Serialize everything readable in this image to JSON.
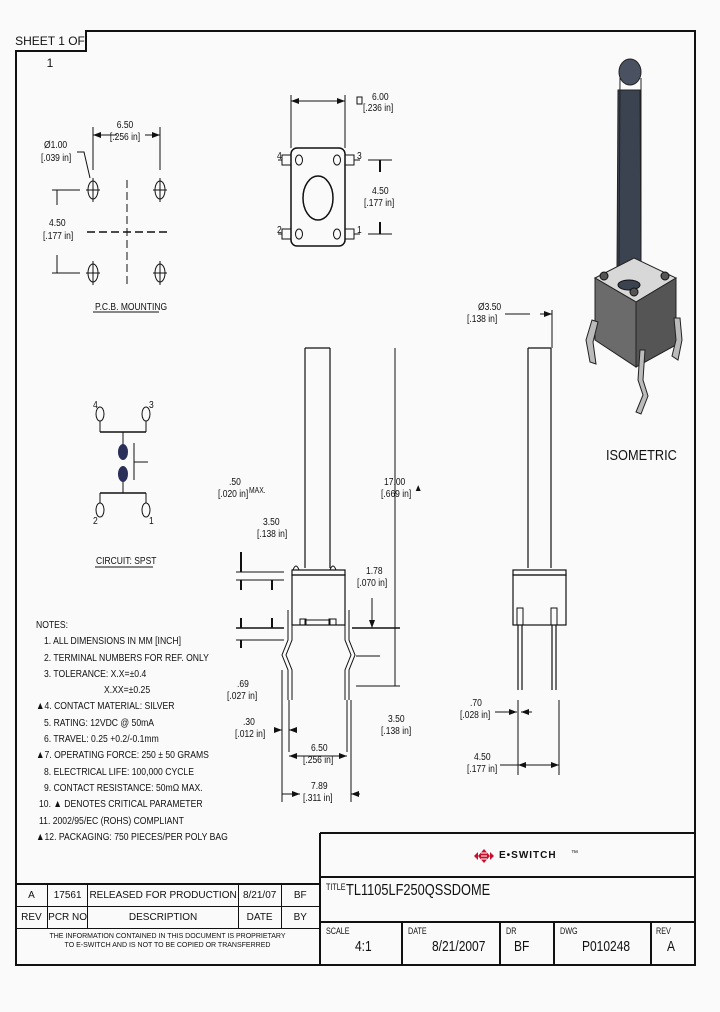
{
  "sheet": "SHEET 1 OF 1",
  "views": {
    "pcb_mounting": {
      "title": "P.C.B. MOUNTING",
      "hole_dia": "Ø1.00",
      "hole_dia_in": "[.039 in]",
      "h_spacing": "6.50",
      "h_spacing_in": "[.256 in]",
      "v_spacing": "4.50",
      "v_spacing_in": "[.177 in]"
    },
    "top_view": {
      "width": "6.00",
      "width_in": "[.236 in]",
      "pin_spacing": "4.50",
      "pin_spacing_in": "[.177 in]",
      "pins": [
        "4",
        "3",
        "2",
        "1"
      ]
    },
    "circuit": {
      "title": "CIRCUIT: SPST",
      "pins": [
        "4",
        "3",
        "2",
        "1"
      ]
    },
    "front_view": {
      "stem_max": ".50",
      "stem_max_in": "[.020 in]",
      "stem_max_suffix": "MAX.",
      "stem_dia": "3.50",
      "stem_dia_in": "[.138 in]",
      "height": "17.00",
      "height_in": "[.669 in]",
      "body_top": "1.78",
      "body_top_in": "[.070 in]",
      "lead_kink": ".69",
      "lead_kink_in": "[.027 in]",
      "lead_thk": ".30",
      "lead_thk_in": "[.012 in]",
      "lead_len": "3.50",
      "lead_len_in": "[.138 in]",
      "lead_spacing": "6.50",
      "lead_spacing_in": "[.256 in]",
      "overall_width": "7.89",
      "overall_width_in": "[.311 in]"
    },
    "side_view": {
      "stem_dia": "Ø3.50",
      "stem_dia_in": "[.138 in]",
      "lead_width": ".70",
      "lead_width_in": "[.028 in]",
      "lead_spacing": "4.50",
      "lead_spacing_in": "[.177 in]"
    },
    "isometric": {
      "title": "ISOMETRIC"
    }
  },
  "notes": {
    "heading": "NOTES:",
    "items": [
      "1. ALL DIMENSIONS IN MM [INCH]",
      "2. TERMINAL NUMBERS FOR REF. ONLY",
      "3. TOLERANCE: X.X=±0.4",
      "X.XX=±0.25",
      "▲4. CONTACT MATERIAL: SILVER",
      "5. RATING: 12VDC @ 50mA",
      "6. TRAVEL: 0.25 +0.2/-0.1mm",
      "▲7. OPERATING FORCE: 250 ± 50 GRAMS",
      "8. ELECTRICAL LIFE: 100,000 CYCLE",
      "9. CONTACT RESISTANCE: 50mΩ MAX.",
      "10. ▲ DENOTES CRITICAL PARAMETER",
      "11. 2002/95/EC (ROHS) COMPLIANT",
      "▲12. PACKAGING: 750 PIECES/PER POLY BAG"
    ]
  },
  "revision_table": {
    "row": {
      "rev": "A",
      "pcr": "17561",
      "description": "RELEASED FOR PRODUCTION",
      "date": "8/21/07",
      "by": "BF"
    },
    "headers": {
      "rev": "REV",
      "pcr": "PCR NO",
      "description": "DESCRIPTION",
      "date": "DATE",
      "by": "BY"
    },
    "proprietary_1": "THE INFORMATION CONTAINED IN THIS DOCUMENT IS PROPRIETARY",
    "proprietary_2": "TO E-SWITCH AND IS NOT TO BE COPIED OR TRANSFERRED"
  },
  "title_block": {
    "brand": "E•SWITCH",
    "brand_mark": "™",
    "brand_color": "#c8102e",
    "title_label": "TITLE",
    "title": "TL1105LF250QSSDOME",
    "scale_label": "SCALE",
    "scale": "4:1",
    "date_label": "DATE",
    "date": "8/21/2007",
    "dr_label": "DR",
    "dr": "BF",
    "dwg_label": "DWG",
    "dwg": "P010248",
    "rev_label": "REV",
    "rev": "A"
  }
}
